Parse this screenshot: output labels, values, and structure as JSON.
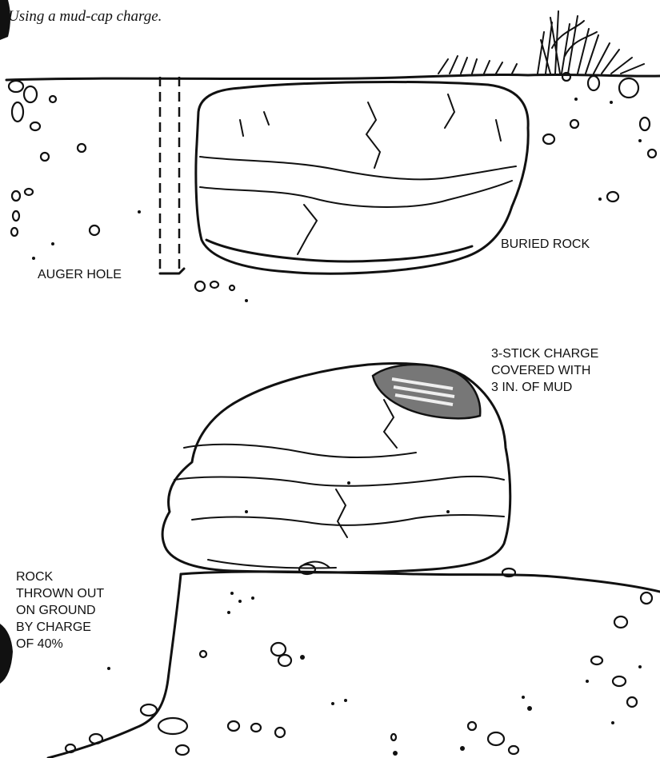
{
  "caption": "Using a mud-cap charge.",
  "labels": {
    "auger_hole": "AUGER HOLE",
    "buried_rock": "BURIED ROCK",
    "charge": "3-STICK CHARGE\nCOVERED WITH\n3 IN. OF MUD",
    "thrown_rock": "ROCK\nTHROWN OUT\nON GROUND\nBY CHARGE\nOF 40%"
  },
  "colors": {
    "ink": "#111111",
    "paper": "#ffffff",
    "mud": "#555555"
  }
}
